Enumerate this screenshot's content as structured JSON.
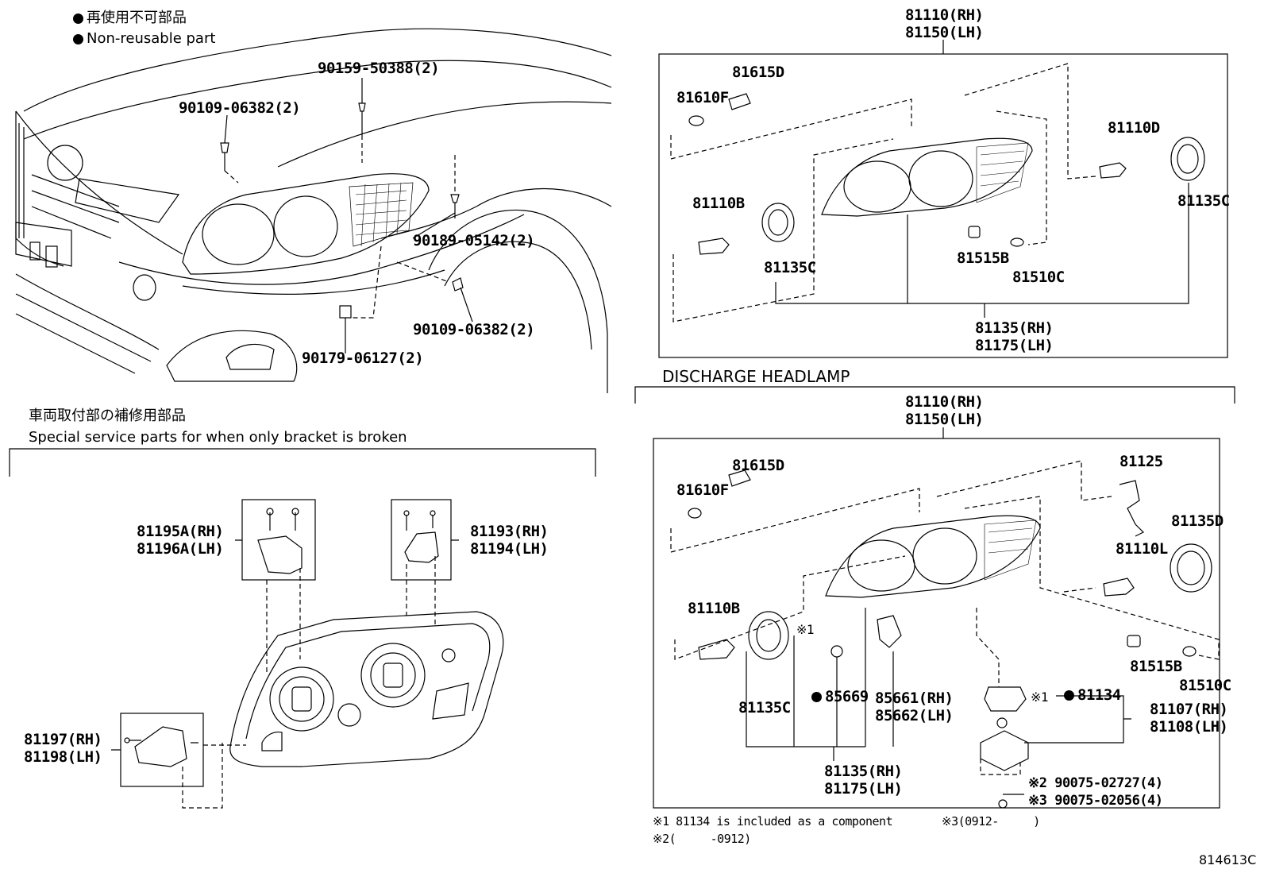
{
  "legend": {
    "jp": "再使用不可部品",
    "en": "Non-reusable part"
  },
  "vehicle_section": {
    "callouts": [
      "90159-50388(2)",
      "90109-06382(2)",
      "90189-05142(2)",
      "90109-06382(2)",
      "90179-06127(2)"
    ]
  },
  "bracket_section": {
    "title_jp": "車両取付部の補修用部品",
    "title_en": "Special service parts for when only bracket is broken",
    "labels": {
      "p81195": "81195A(RH)",
      "p81196": "81196A(LH)",
      "p81193": "81193(RH)",
      "p81194": "81194(LH)",
      "p81197": "81197(RH)",
      "p81198": "81198(LH)"
    }
  },
  "halogen_section": {
    "assy_rh": "81110(RH)",
    "assy_lh": "81150(LH)",
    "parts": {
      "p81615D": "81615D",
      "p81610F": "81610F",
      "p81110D": "81110D",
      "p81135C_r": "81135C",
      "p81110B": "81110B",
      "p81135C": "81135C",
      "p81515B": "81515B",
      "p81510C": "81510C"
    },
    "housing_rh": "81135(RH)",
    "housing_lh": "81175(LH)"
  },
  "discharge_section": {
    "title": "DISCHARGE HEADLAMP",
    "assy_rh": "81110(RH)",
    "assy_lh": "81150(LH)",
    "parts": {
      "p81615D": "81615D",
      "p81610F": "81610F",
      "p81125": "81125",
      "p81135D": "81135D",
      "p81110L": "81110L",
      "p81110B": "81110B",
      "p81515B": "81515B",
      "p81510C": "81510C",
      "p81135C": "81135C",
      "p85669": "85669",
      "p85661": "85661(RH)",
      "p85662": "85662(LH)",
      "p81134": "81134",
      "p81107": "81107(RH)",
      "p81108": "81108(LH)",
      "mark1": "※1",
      "mark1b": "※1",
      "s2": "※2 90075-02727(4)",
      "s3": "※3 90075-02056(4)"
    },
    "housing_rh": "81135(RH)",
    "housing_lh": "81175(LH)"
  },
  "footnotes": {
    "n1": "※1 81134 is included as a component",
    "n2": "※2(　　　-0912)",
    "n3": "※3(0912-　　　)"
  },
  "illustration_id": "814613C"
}
